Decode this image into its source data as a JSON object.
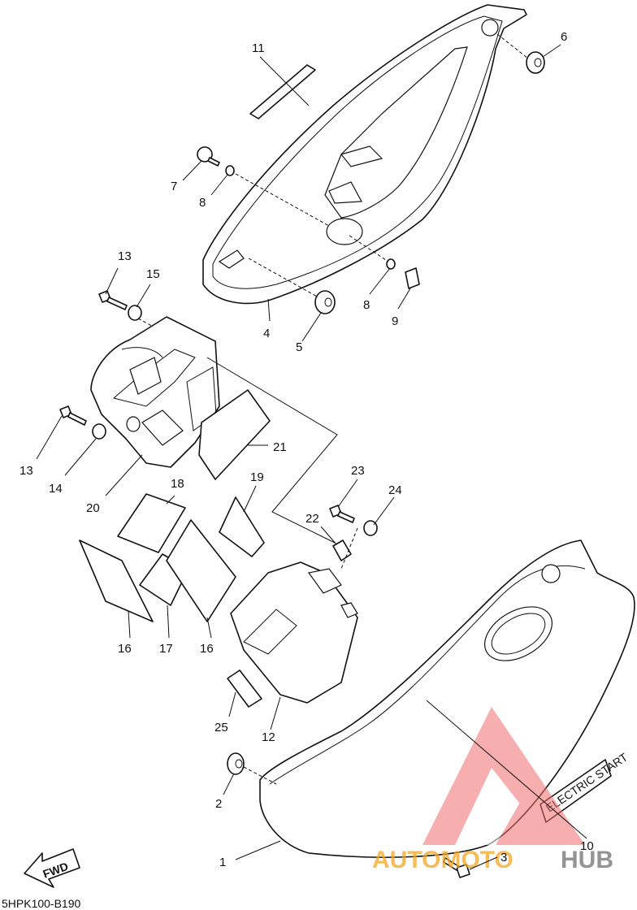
{
  "diagram": {
    "callouts": [
      "1",
      "2",
      "3",
      "4",
      "5",
      "6",
      "7",
      "8",
      "8",
      "9",
      "10",
      "11",
      "12",
      "13",
      "13",
      "14",
      "15",
      "16",
      "16",
      "17",
      "18",
      "19",
      "20",
      "21",
      "22",
      "23",
      "24",
      "25"
    ],
    "code": "5HPK100-B190",
    "fwd_label": "FWD",
    "decal_text": "ELECTRIC START",
    "watermark": {
      "part1": "AUTOMOTO",
      "part2": "HUB",
      "color1": "#f5a623",
      "color2": "#7a7a7a",
      "logo_color": "#f26d6d"
    }
  }
}
